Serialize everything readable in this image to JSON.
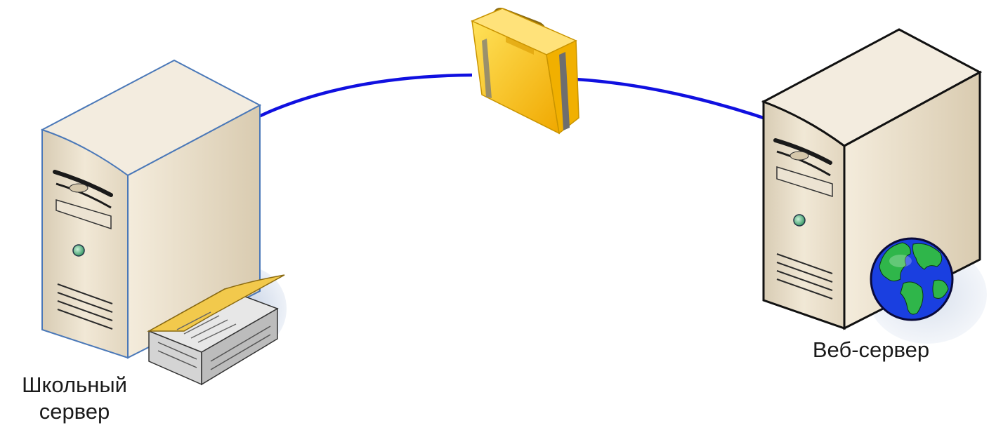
{
  "nodes": {
    "school_server": {
      "label_line1": "Школьный",
      "label_line2": "сервер"
    },
    "web_server": {
      "label": "Веб-сервер"
    }
  },
  "connection": {
    "direction": "web_server_to_school_server",
    "payload_icon": "briefcase-icon",
    "color": "#1010e0"
  },
  "colors": {
    "server_body": "#e8dcc6",
    "school_server_outline": "#4a78b8",
    "web_server_outline": "#111111",
    "briefcase": "#f7c51e",
    "book_cover": "#f2c94c",
    "globe_ocean": "#1a3fe0",
    "globe_land": "#2fb64a"
  }
}
